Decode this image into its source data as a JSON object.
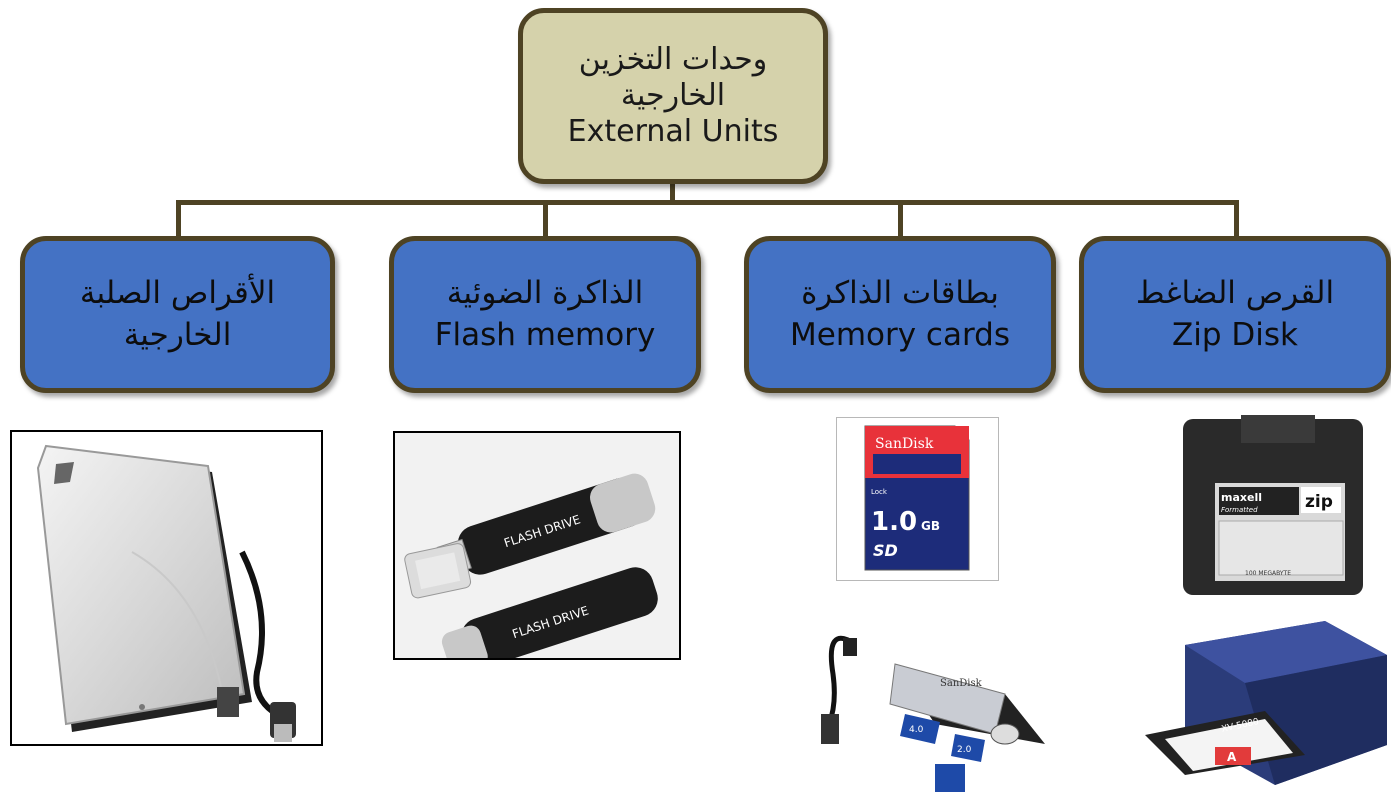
{
  "root": {
    "line1": "وحدات التخزين",
    "line2": "الخارجية",
    "line3": "External Units"
  },
  "children": [
    {
      "line1": "الأقراص الصلبة",
      "line2": "الخارجية"
    },
    {
      "line1": "الذاكرة الضوئية",
      "line2": "Flash memory"
    },
    {
      "line1": "بطاقات الذاكرة",
      "line2": "Memory cards"
    },
    {
      "line1": "القرص الضاغط",
      "line2": "Zip Disk"
    }
  ],
  "images": {
    "flash_label": "FLASH DRIVE",
    "sd_brand": "SanDisk",
    "sd_lock": "Lock",
    "sd_capacity": "1.0",
    "sd_unit": "GB",
    "sd_logo": "SD",
    "zip_brand": "maxell",
    "zip_logo": "zip",
    "zip_formatted": "Formatted",
    "zip_size": "100 MEGABYTE",
    "reader_brand": "SanDisk",
    "reader_card1": "4.0",
    "reader_card2": "2.0",
    "drive_model": "XV-5080",
    "drive_letter": "A"
  },
  "colors": {
    "root_fill": "#d5d2ab",
    "child_fill": "#4472c4",
    "border": "#4e4324"
  }
}
